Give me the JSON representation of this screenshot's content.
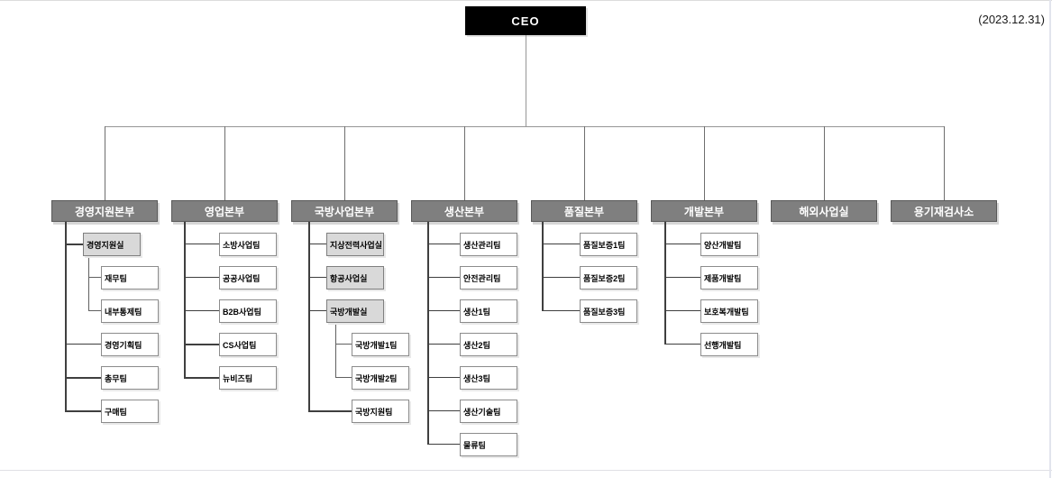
{
  "meta": {
    "date_label": "(2023.12.31)"
  },
  "root": {
    "label": "CEO"
  },
  "departments": [
    {
      "label": "경영지원본부",
      "children": [
        {
          "label": "경영지원실",
          "type": "office"
        },
        {
          "label": "재무팀",
          "type": "team"
        },
        {
          "label": "내부통제팀",
          "type": "team"
        },
        {
          "label": "경영기획팀",
          "type": "team"
        },
        {
          "label": "총무팀",
          "type": "team"
        },
        {
          "label": "구매팀",
          "type": "team"
        }
      ]
    },
    {
      "label": "영업본부",
      "children": [
        {
          "label": "소방사업팀",
          "type": "team"
        },
        {
          "label": "공공사업팀",
          "type": "team"
        },
        {
          "label": "B2B사업팀",
          "type": "team"
        },
        {
          "label": "CS사업팀",
          "type": "team"
        },
        {
          "label": "뉴비즈팀",
          "type": "team"
        }
      ]
    },
    {
      "label": "국방사업본부",
      "children": [
        {
          "label": "지상전력사업실",
          "type": "office"
        },
        {
          "label": "항공사업실",
          "type": "office"
        },
        {
          "label": "국방개발실",
          "type": "office"
        },
        {
          "label": "국방개발1팀",
          "type": "team"
        },
        {
          "label": "국방개발2팀",
          "type": "team"
        },
        {
          "label": "국방지원팀",
          "type": "team"
        }
      ]
    },
    {
      "label": "생산본부",
      "children": [
        {
          "label": "생산관리팀",
          "type": "team"
        },
        {
          "label": "안전관리팀",
          "type": "team"
        },
        {
          "label": "생산1팀",
          "type": "team"
        },
        {
          "label": "생산2팀",
          "type": "team"
        },
        {
          "label": "생산3팀",
          "type": "team"
        },
        {
          "label": "생산기술팀",
          "type": "team"
        },
        {
          "label": "물류팀",
          "type": "team"
        }
      ]
    },
    {
      "label": "품질본부",
      "children": [
        {
          "label": "품질보증1팀",
          "type": "team"
        },
        {
          "label": "품질보증2팀",
          "type": "team"
        },
        {
          "label": "품질보증3팀",
          "type": "team"
        }
      ]
    },
    {
      "label": "개발본부",
      "children": [
        {
          "label": "양산개발팀",
          "type": "team"
        },
        {
          "label": "제품개발팀",
          "type": "team"
        },
        {
          "label": "보호복개발팀",
          "type": "team"
        },
        {
          "label": "선행개발팀",
          "type": "team"
        }
      ]
    },
    {
      "label": "해외사업실",
      "children": []
    },
    {
      "label": "용기재검사소",
      "children": []
    }
  ],
  "colors": {
    "ceo_fill": "#000000",
    "dept_fill": "#7f7f7f",
    "office_fill": "#d9d9d9",
    "team_fill": "#ffffff",
    "text_on_dark": "#ffffff",
    "text_on_light": "#000000",
    "connector": "#3f3f3f"
  }
}
